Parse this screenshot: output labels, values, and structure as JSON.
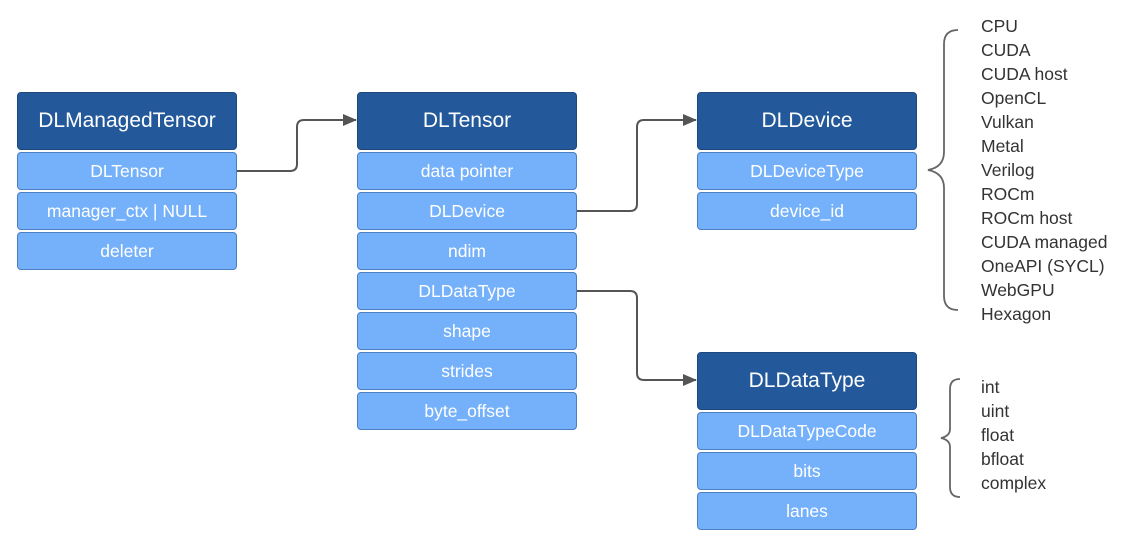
{
  "diagram": {
    "managed_tensor": {
      "title": "DLManagedTensor",
      "fields": [
        "DLTensor",
        "manager_ctx | NULL",
        "deleter"
      ]
    },
    "tensor": {
      "title": "DLTensor",
      "fields": [
        "data pointer",
        "DLDevice",
        "ndim",
        "DLDataType",
        "shape",
        "strides",
        "byte_offset"
      ]
    },
    "device": {
      "title": "DLDevice",
      "fields": [
        "DLDeviceType",
        "device_id"
      ]
    },
    "data_type": {
      "title": "DLDataType",
      "fields": [
        "DLDataTypeCode",
        "bits",
        "lanes"
      ]
    },
    "device_types": [
      "CPU",
      "CUDA",
      "CUDA host",
      "OpenCL",
      "Vulkan",
      "Metal",
      "Verilog",
      "ROCm",
      "ROCm host",
      "CUDA managed",
      "OneAPI (SYCL)",
      "WebGPU",
      "Hexagon"
    ],
    "data_type_codes": [
      "int",
      "uint",
      "float",
      "bfloat",
      "complex"
    ],
    "colors": {
      "header_fill": "#23599b",
      "field_fill": "#75b1fb",
      "connector": "#555555",
      "brace": "#666666"
    }
  }
}
